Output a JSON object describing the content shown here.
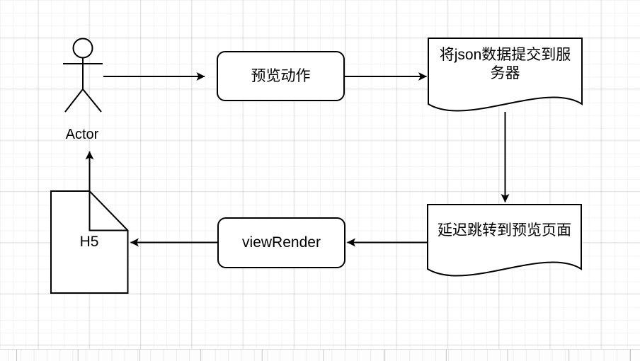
{
  "app": {
    "kind": "flowchart-diagram-canvas",
    "background_color": "#ffffff",
    "grid_minor_color": "#f4f4f4",
    "grid_major_color": "#e2e2e2",
    "stroke_color": "#000000",
    "shape_fill_color": "#ffffff",
    "text_color": "#000000"
  },
  "diagram": {
    "nodes": {
      "actor": {
        "type": "uml-actor",
        "label": "Actor"
      },
      "preview_action": {
        "type": "rounded-rectangle",
        "label": "预览动作"
      },
      "submit_json": {
        "type": "document",
        "label": "将json数据提交到服务器",
        "line1": "将json数据提交到服",
        "line2": "务器"
      },
      "delay_redirect": {
        "type": "document",
        "label": "延迟跳转到预览页面"
      },
      "view_render": {
        "type": "rounded-rectangle",
        "label": "viewRender"
      },
      "h5": {
        "type": "note",
        "label": "H5"
      }
    },
    "edges": [
      {
        "from": "actor",
        "to": "preview_action",
        "direction": "right"
      },
      {
        "from": "preview_action",
        "to": "submit_json",
        "direction": "right"
      },
      {
        "from": "submit_json",
        "to": "delay_redirect",
        "direction": "down"
      },
      {
        "from": "delay_redirect",
        "to": "view_render",
        "direction": "left"
      },
      {
        "from": "view_render",
        "to": "h5",
        "direction": "left"
      },
      {
        "from": "h5",
        "to": "actor",
        "direction": "up"
      }
    ]
  }
}
